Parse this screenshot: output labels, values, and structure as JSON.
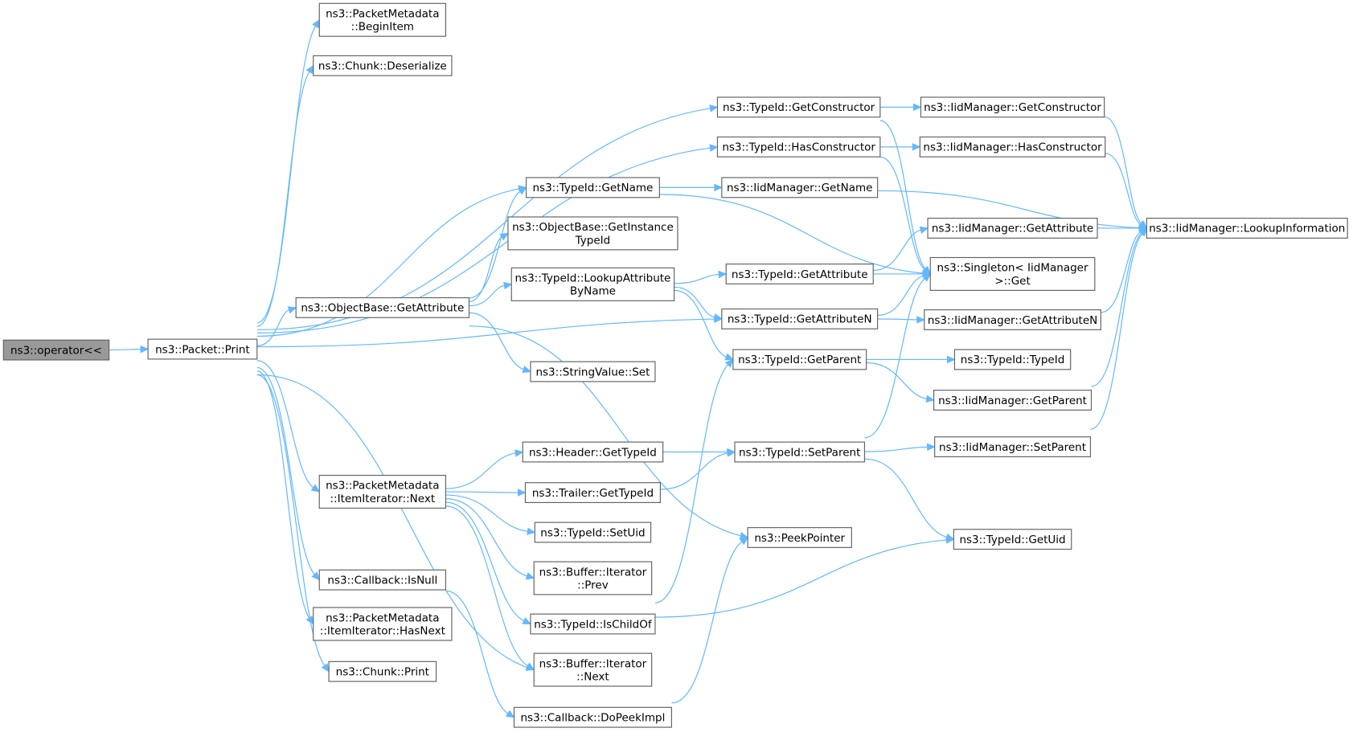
{
  "graph": {
    "type": "call-graph",
    "root": "op",
    "colors": {
      "edge": "#63b8ff",
      "node_fill": "#ffffff",
      "root_fill": "#999999",
      "node_border": "#666666"
    },
    "nodes": {
      "op": [
        "ns3::operator<<"
      ],
      "print": [
        "ns3::Packet::Print"
      ],
      "begin": [
        "ns3::PacketMetadata",
        "::BeginItem"
      ],
      "deser": [
        "ns3::Chunk::Deserialize"
      ],
      "getctor": [
        "ns3::TypeId::GetConstructor"
      ],
      "hasctor": [
        "ns3::TypeId::HasConstructor"
      ],
      "getname": [
        "ns3::TypeId::GetName"
      ],
      "getinst": [
        "ns3::ObjectBase::GetInstance",
        "TypeId"
      ],
      "lookup_attr": [
        "ns3::TypeId::LookupAttribute",
        "ByName"
      ],
      "ob_getattr": [
        "ns3::ObjectBase::GetAttribute"
      ],
      "strset": [
        "ns3::StringValue::Set"
      ],
      "iid_getctor": [
        "ns3::IidManager::GetConstructor"
      ],
      "iid_hasctor": [
        "ns3::IidManager::HasConstructor"
      ],
      "iid_getname": [
        "ns3::IidManager::GetName"
      ],
      "iid_getattr": [
        "ns3::IidManager::GetAttribute"
      ],
      "singleton": [
        "ns3::Singleton< IidManager",
        ">::Get"
      ],
      "iid_lookup": [
        "ns3::IidManager::LookupInformation"
      ],
      "tid_getattr": [
        "ns3::TypeId::GetAttribute"
      ],
      "tid_getattrn": [
        "ns3::TypeId::GetAttributeN"
      ],
      "iid_getattrn": [
        "ns3::IidManager::GetAttributeN"
      ],
      "tid_getparent": [
        "ns3::TypeId::GetParent"
      ],
      "tid_typeid": [
        "ns3::TypeId::TypeId"
      ],
      "iid_getparent": [
        "ns3::IidManager::GetParent"
      ],
      "hdr_gettid": [
        "ns3::Header::GetTypeId"
      ],
      "tid_setparent": [
        "ns3::TypeId::SetParent"
      ],
      "iid_setparent": [
        "ns3::IidManager::SetParent"
      ],
      "next": [
        "ns3::PacketMetadata",
        "::ItemIterator::Next"
      ],
      "trl_gettid": [
        "ns3::Trailer::GetTypeId"
      ],
      "tid_setuid": [
        "ns3::TypeId::SetUid"
      ],
      "peek": [
        "ns3::PeekPointer"
      ],
      "tid_getuid": [
        "ns3::TypeId::GetUid"
      ],
      "buf_prev": [
        "ns3::Buffer::Iterator",
        "::Prev"
      ],
      "isnull": [
        "ns3::Callback::IsNull"
      ],
      "tid_ischild": [
        "ns3::TypeId::IsChildOf"
      ],
      "hasnext": [
        "ns3::PacketMetadata",
        "::ItemIterator::HasNext"
      ],
      "buf_next": [
        "ns3::Buffer::Iterator",
        "::Next"
      ],
      "chunk_print": [
        "ns3::Chunk::Print"
      ],
      "dopeek": [
        "ns3::Callback::DoPeekImpl"
      ]
    },
    "edges": [
      [
        "op",
        "print"
      ],
      [
        "print",
        "begin"
      ],
      [
        "print",
        "deser"
      ],
      [
        "print",
        "getctor"
      ],
      [
        "print",
        "hasctor"
      ],
      [
        "print",
        "getname"
      ],
      [
        "print",
        "ob_getattr"
      ],
      [
        "print",
        "tid_getattrn"
      ],
      [
        "print",
        "next"
      ],
      [
        "print",
        "isnull"
      ],
      [
        "print",
        "hasnext"
      ],
      [
        "print",
        "chunk_print"
      ],
      [
        "print",
        "buf_next"
      ],
      [
        "getctor",
        "iid_getctor"
      ],
      [
        "getctor",
        "singleton"
      ],
      [
        "iid_getctor",
        "iid_lookup"
      ],
      [
        "hasctor",
        "iid_hasctor"
      ],
      [
        "hasctor",
        "singleton"
      ],
      [
        "iid_hasctor",
        "iid_lookup"
      ],
      [
        "getname",
        "iid_getname"
      ],
      [
        "getname",
        "singleton"
      ],
      [
        "iid_getname",
        "iid_lookup"
      ],
      [
        "ob_getattr",
        "getname"
      ],
      [
        "ob_getattr",
        "getinst"
      ],
      [
        "ob_getattr",
        "lookup_attr"
      ],
      [
        "ob_getattr",
        "strset"
      ],
      [
        "ob_getattr",
        "peek"
      ],
      [
        "lookup_attr",
        "tid_getattr"
      ],
      [
        "lookup_attr",
        "tid_getattrn"
      ],
      [
        "lookup_attr",
        "tid_getparent"
      ],
      [
        "tid_getattr",
        "iid_getattr"
      ],
      [
        "tid_getattr",
        "singleton"
      ],
      [
        "iid_getattr",
        "iid_lookup"
      ],
      [
        "tid_getattrn",
        "singleton"
      ],
      [
        "tid_getattrn",
        "iid_getattrn"
      ],
      [
        "iid_getattrn",
        "iid_lookup"
      ],
      [
        "tid_getparent",
        "tid_typeid"
      ],
      [
        "tid_getparent",
        "iid_getparent"
      ],
      [
        "iid_getparent",
        "iid_lookup"
      ],
      [
        "hdr_gettid",
        "tid_setparent"
      ],
      [
        "trl_gettid",
        "tid_setparent"
      ],
      [
        "tid_setparent",
        "singleton"
      ],
      [
        "tid_setparent",
        "iid_setparent"
      ],
      [
        "tid_setparent",
        "tid_getuid"
      ],
      [
        "iid_setparent",
        "iid_lookup"
      ],
      [
        "next",
        "hdr_gettid"
      ],
      [
        "next",
        "trl_gettid"
      ],
      [
        "next",
        "tid_setuid"
      ],
      [
        "next",
        "buf_prev"
      ],
      [
        "next",
        "tid_ischild"
      ],
      [
        "next",
        "buf_next"
      ],
      [
        "tid_ischild",
        "tid_getparent"
      ],
      [
        "tid_ischild",
        "tid_getuid"
      ],
      [
        "isnull",
        "dopeek"
      ],
      [
        "dopeek",
        "peek"
      ]
    ]
  }
}
